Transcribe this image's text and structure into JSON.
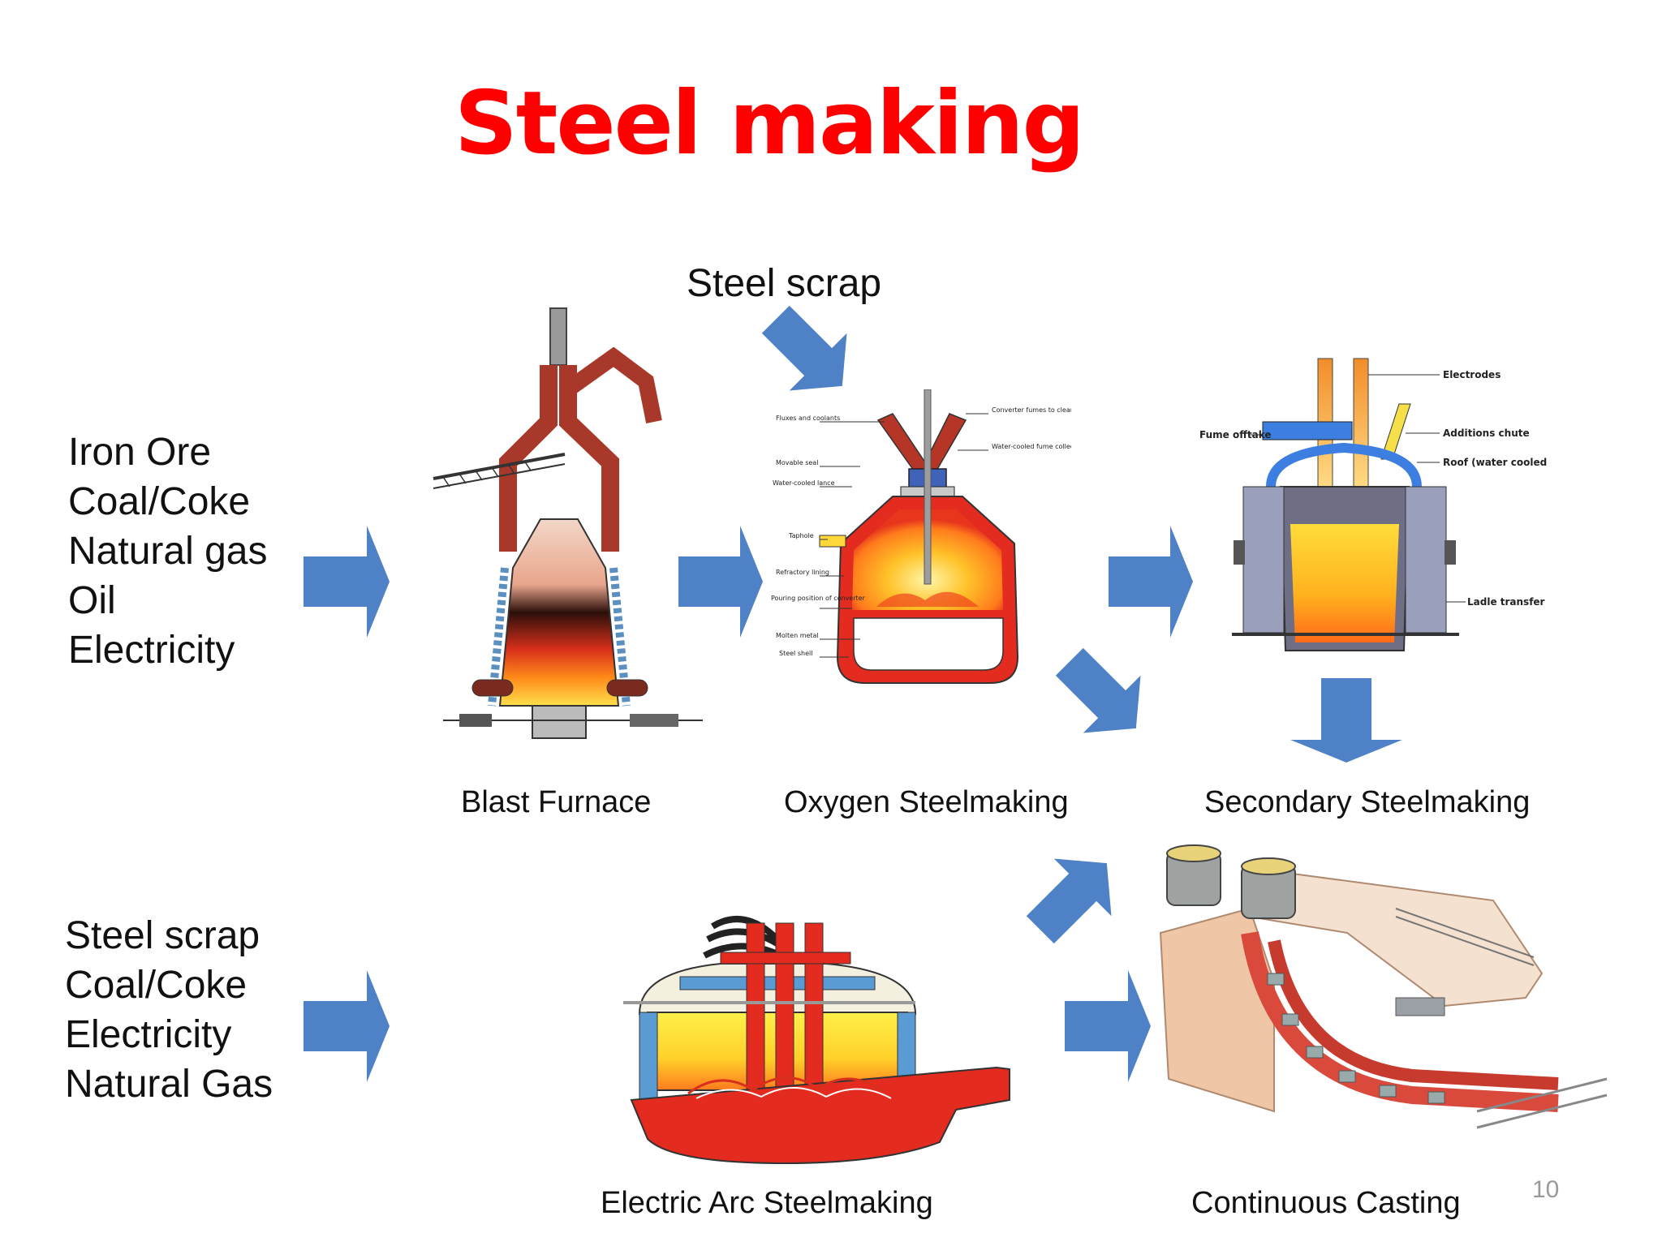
{
  "slide": {
    "title": "Steel making",
    "page_number": "10"
  },
  "inputs": {
    "primary": [
      "Iron Ore",
      "Coal/Coke",
      "Natural gas",
      "Oil",
      "Electricity"
    ],
    "secondary": [
      "Steel scrap",
      "Coal/Coke",
      "Electricity",
      "Natural Gas"
    ]
  },
  "scrap_input_label": "Steel scrap",
  "processes": {
    "blast_furnace": "Blast Furnace",
    "oxygen_steelmaking": "Oxygen Steelmaking",
    "secondary_steelmaking": "Secondary Steelmaking",
    "electric_arc": "Electric Arc Steelmaking",
    "continuous_casting": "Continuous Casting"
  },
  "bof_labels": {
    "left": [
      "Fluxes and coolants",
      "Movable seal",
      "Water-cooled lance",
      "Taphole",
      "Refractory lining",
      "Pouring position of converter",
      "Molten metal",
      "Steel shell"
    ],
    "right": [
      "Converter fumes to cleaning plant",
      "Water-cooled fume collection hood"
    ]
  },
  "ladle_labels": {
    "electrodes": "Electrodes",
    "fume": "Fume offtake",
    "additions": "Additions chute",
    "roof": "Roof (water cooled)",
    "ladle": "Ladle transfer car"
  },
  "colors": {
    "title": "#ff0000",
    "arrow": "#4f81c7",
    "furnace_red": "#e32b1f",
    "molten_yellow": "#ffd83a",
    "refractory_blue": "#5a9bd4"
  }
}
